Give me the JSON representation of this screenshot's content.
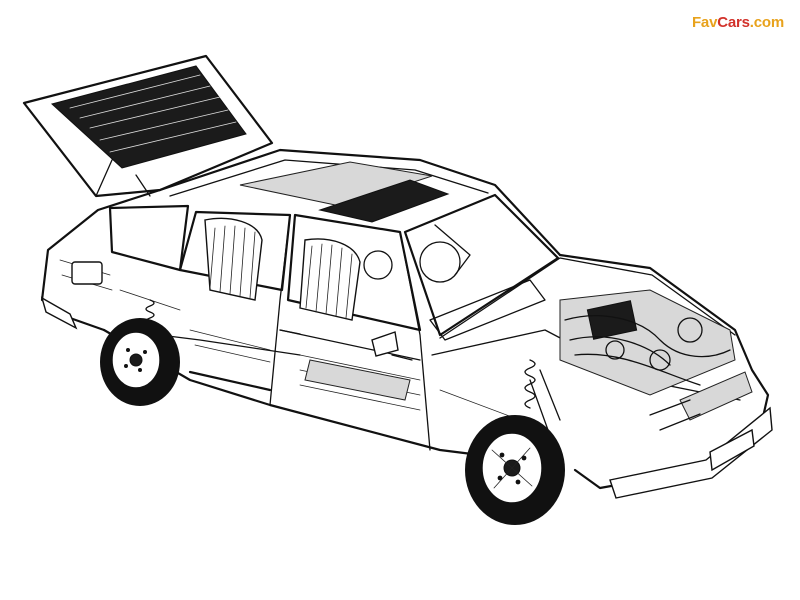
{
  "watermark": {
    "part1": "Fav",
    "part2": "Cars",
    "part3": ".com"
  },
  "illustration": {
    "subject": "car-cutaway-drawing",
    "colors": {
      "ink": "#111111",
      "paper": "#ffffff",
      "logo_orange": "#e8a21c",
      "logo_red": "#d2322b"
    }
  }
}
